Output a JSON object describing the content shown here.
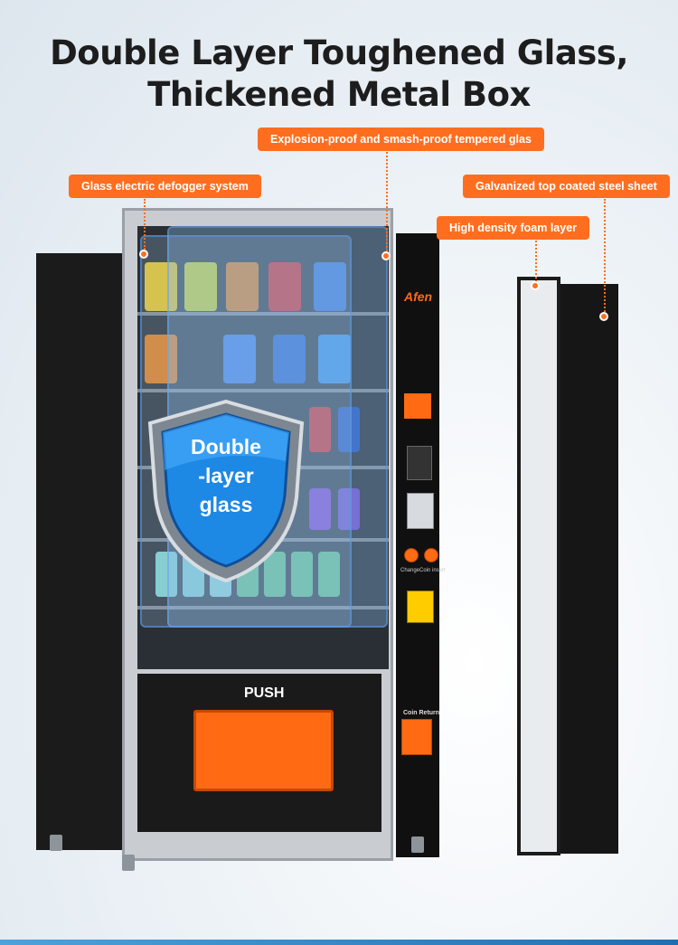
{
  "headline": {
    "line1": "Double Layer Toughened Glass,",
    "line2": "Thickened Metal Box"
  },
  "callouts": {
    "tempered_glass": "Explosion-proof and smash-proof tempered glas",
    "defogger": "Glass electric defogger system",
    "steel_sheet": "Galvanized top coated steel sheet",
    "foam_layer": "High density foam layer"
  },
  "machine": {
    "brand": "Afen",
    "push_label": "PUSH",
    "change_label": "Change",
    "coin_insert_label": "Coin insert",
    "coin_return_label": "Coin Return"
  },
  "shield": {
    "line1": "Double",
    "line2": "-layer",
    "line3": "glass"
  },
  "colors": {
    "accent": "#ff6e1f",
    "shield_blue": "#1e88e5"
  }
}
